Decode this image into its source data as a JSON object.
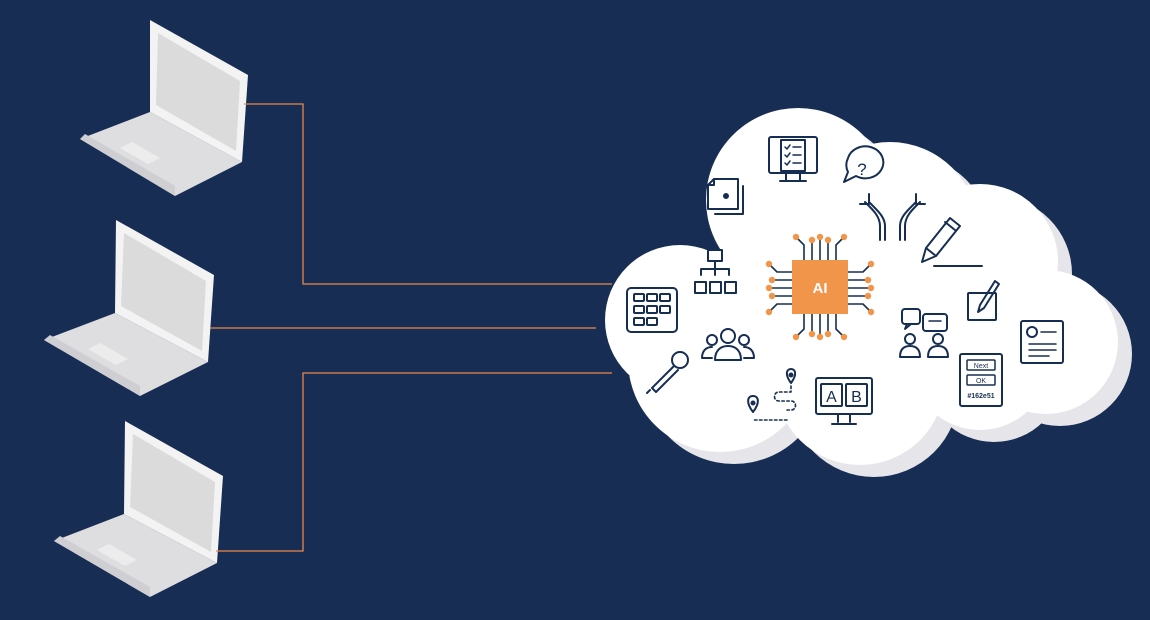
{
  "colors": {
    "background": "#172d53",
    "connector": "#e8894a",
    "cloud": "#ffffff",
    "cloud_shadow": "#e6e6ea",
    "chip": "#f0954a",
    "icon_stroke": "#162e51",
    "laptop_body": "#f4f4f5",
    "laptop_screen": "#dcdbdc"
  },
  "chip": {
    "label": "AI"
  },
  "icons": {
    "question_mark": "?",
    "ab_left": "A",
    "ab_right": "B",
    "form_next": "Next",
    "form_ok": "OK",
    "form_color": "#162e51"
  },
  "laptops": [
    {
      "name": "laptop-top"
    },
    {
      "name": "laptop-middle"
    },
    {
      "name": "laptop-bottom"
    }
  ]
}
